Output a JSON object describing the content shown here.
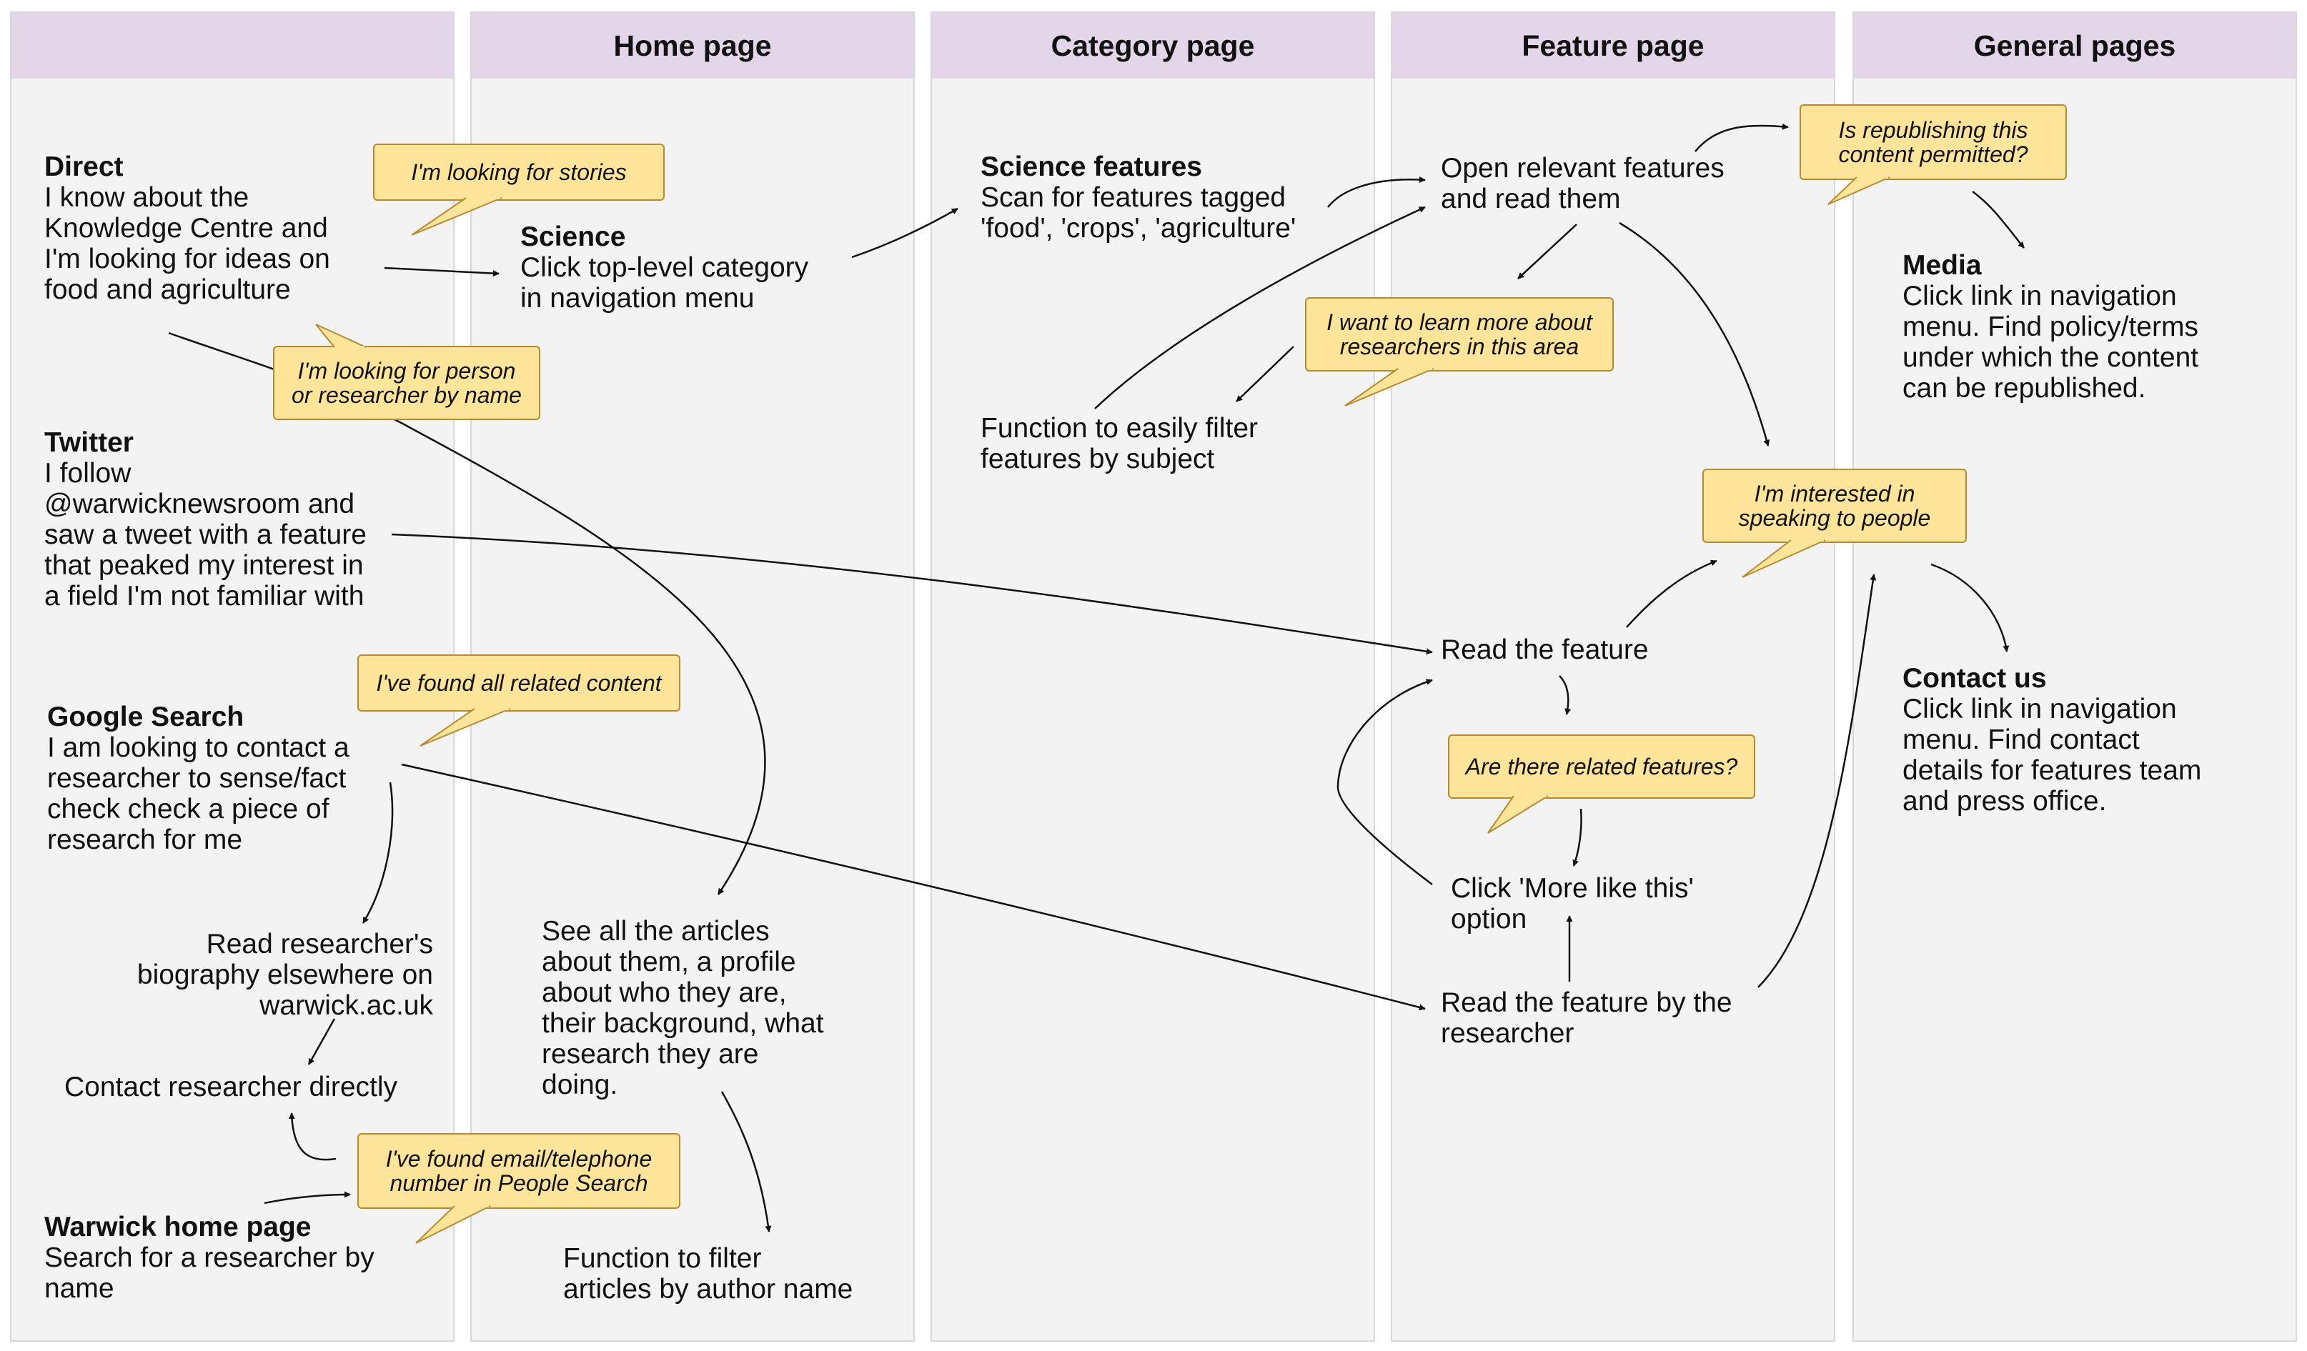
{
  "lanes": [
    "",
    "Home page",
    "Category page",
    "Feature page",
    "General pages"
  ],
  "texts": {
    "direct_title": "Direct",
    "direct_lines": [
      "I know about the",
      "Knowledge Centre and",
      "I'm looking for ideas on",
      "food and agriculture"
    ],
    "twitter_title": "Twitter",
    "twitter_lines": [
      "I follow",
      "@warwicknewsroom and",
      "saw a tweet with a feature",
      "that peaked my interest in",
      "a field I'm not familiar with"
    ],
    "google_title": "Google Search",
    "google_lines": [
      "I am looking to contact a",
      "researcher to sense/fact",
      "check check a piece of",
      "research for me"
    ],
    "bio_lines": [
      "Read researcher's",
      "biography elsewhere on",
      "warwick.ac.uk"
    ],
    "contact_direct": "Contact researcher directly",
    "warwick_title": "Warwick home page",
    "warwick_lines": [
      "Search for a researcher by",
      "name"
    ],
    "science_title": "Science",
    "science_lines": [
      "Click top-level category",
      "in navigation menu"
    ],
    "articles_lines": [
      "See all the articles",
      "about them, a profile",
      "about who they are,",
      "their background, what",
      "research they are",
      "doing."
    ],
    "filter_author_lines": [
      "Function to filter",
      "articles by author name"
    ],
    "sci_features_title": "Science features",
    "sci_features_lines": [
      "Scan for features tagged",
      "'food', 'crops', 'agriculture'"
    ],
    "filter_subject_lines": [
      "Function to easily filter",
      "features by subject"
    ],
    "open_features_lines": [
      "Open relevant features",
      "and read them"
    ],
    "read_feature": "Read the feature",
    "more_like_lines": [
      "Click 'More like this'",
      "option"
    ],
    "read_by_researcher_lines": [
      "Read the feature by the",
      "researcher"
    ],
    "media_title": "Media",
    "media_lines": [
      "Click link in navigation",
      "menu. Find policy/terms",
      "under which the content",
      "can be republished."
    ],
    "contact_us_title": "Contact us",
    "contact_us_lines": [
      "Click link in navigation",
      "menu. Find contact",
      "details for features team",
      "and press office."
    ]
  },
  "callouts": {
    "stories": [
      "I'm looking for stories"
    ],
    "person": [
      "I'm looking for person",
      "or researcher by name"
    ],
    "related_content": [
      "I've found all related content"
    ],
    "email": [
      "I've found email/telephone",
      "number in People Search"
    ],
    "learn_more": [
      "I want to learn more about",
      "researchers in this area"
    ],
    "republish": [
      "Is republishing this",
      "content permitted?"
    ],
    "speaking": [
      "I'm interested in",
      "speaking to people"
    ],
    "related_features": [
      "Are there related features?"
    ]
  },
  "colors": {
    "lane_bg": "#f3f3f3",
    "lane_header": "#e2d6e8",
    "callout_fill": "#ffe599",
    "callout_stroke": "#b88a2e",
    "arrow": "#111111"
  }
}
